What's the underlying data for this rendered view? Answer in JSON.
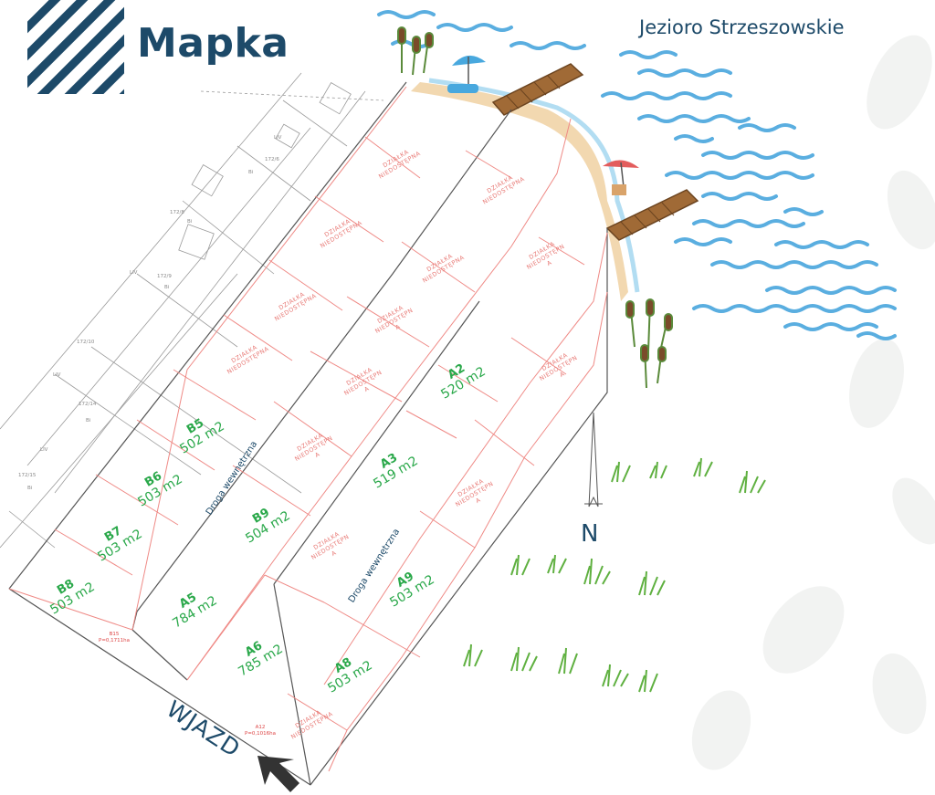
{
  "brand": {
    "logo_text": "Mapka"
  },
  "lake": {
    "name": "Jezioro Strzeszowskie"
  },
  "compass": {
    "label": "N"
  },
  "entry": {
    "label": "WJAZD"
  },
  "roads": [
    "Droga wewnętrzna",
    "Droga wewnętrzna"
  ],
  "plots": [
    {
      "id": "B5",
      "area": "502 m2"
    },
    {
      "id": "B6",
      "area": "503 m2"
    },
    {
      "id": "B7",
      "area": "503 m2"
    },
    {
      "id": "B8",
      "area": "503 m2"
    },
    {
      "id": "B9",
      "area": "504 m2"
    },
    {
      "id": "A5",
      "area": "784 m2"
    },
    {
      "id": "A6",
      "area": "785 m2"
    },
    {
      "id": "A2",
      "area": "520 m2"
    },
    {
      "id": "A3",
      "area": "519 m2"
    },
    {
      "id": "A9",
      "area": "503 m2"
    },
    {
      "id": "A8",
      "area": "503 m2"
    }
  ],
  "unavailable_label": "DZIAŁKA\nNIEDOSTĘPNA",
  "unavailable_label_short": "DZIAŁKA\nNIEDOSTĘPN\nA",
  "cadastral": [
    "172/6",
    "172/8",
    "172/9",
    "172/10",
    "172/14",
    "172/15",
    "Bi",
    "Bi",
    "Bi",
    "Bi",
    "Bi",
    "LIV",
    "LIV",
    "LIV",
    "LIV"
  ],
  "small_plots": [
    {
      "id": "B15",
      "area": "P=0,1711ha"
    },
    {
      "id": "A12",
      "area": "P=0,1016ha"
    }
  ],
  "colors": {
    "brand": "#1d4a69",
    "plot_label": "#2aa84a",
    "plot_line": "#ef8a86",
    "water": "#5aaee0"
  }
}
